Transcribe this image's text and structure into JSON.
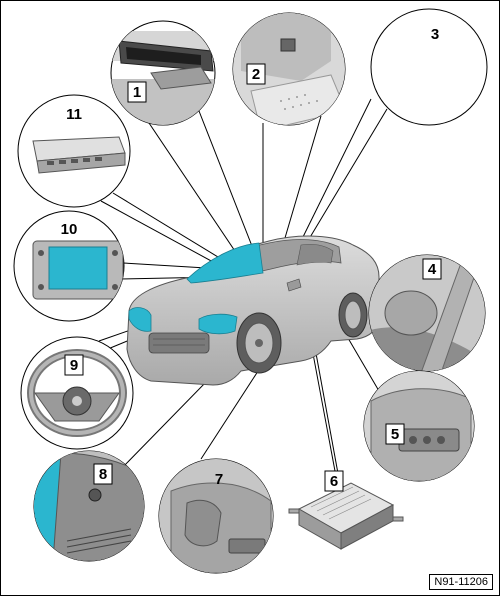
{
  "diagram": {
    "callouts": [
      {
        "id": "1",
        "label": "1"
      },
      {
        "id": "2",
        "label": "2"
      },
      {
        "id": "3",
        "label": "3"
      },
      {
        "id": "4",
        "label": "4"
      },
      {
        "id": "5",
        "label": "5"
      },
      {
        "id": "6",
        "label": "6"
      },
      {
        "id": "7",
        "label": "7"
      },
      {
        "id": "8",
        "label": "8"
      },
      {
        "id": "9",
        "label": "9"
      },
      {
        "id": "10",
        "label": "10"
      },
      {
        "id": "11",
        "label": "11"
      }
    ],
    "reference_code": "N91-11206",
    "colors": {
      "car_body": "#c8c8c8",
      "glass_highlight": "#2bb6cf",
      "detail_gray": "#9a9a9a",
      "outline": "#000000"
    }
  }
}
